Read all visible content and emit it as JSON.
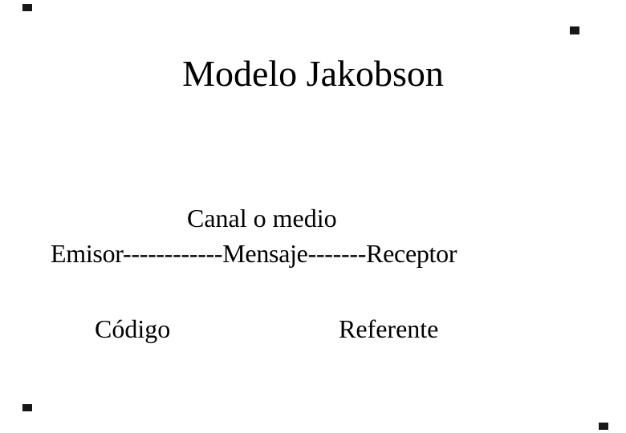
{
  "slide": {
    "title": "Modelo Jakobson",
    "diagram": {
      "channel_label": "Canal o medio",
      "sender_label": "Emisor",
      "connector_sender_message": "------------",
      "message_label": "Mensaje",
      "connector_message_receiver": "-------",
      "receiver_label": "Receptor",
      "code_label": "Código",
      "referent_label": "Referente"
    },
    "colors": {
      "background": "#ffffff",
      "text": "#000000"
    }
  }
}
